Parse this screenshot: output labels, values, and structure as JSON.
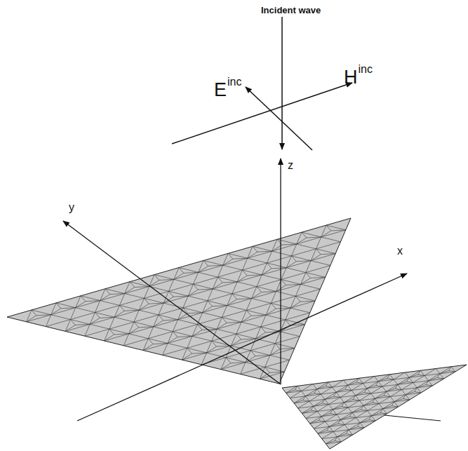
{
  "diagram": {
    "labels": [
      "Incident wave",
      "E",
      "inc",
      "H",
      "inc",
      "z",
      "y",
      "x"
    ]
  }
}
